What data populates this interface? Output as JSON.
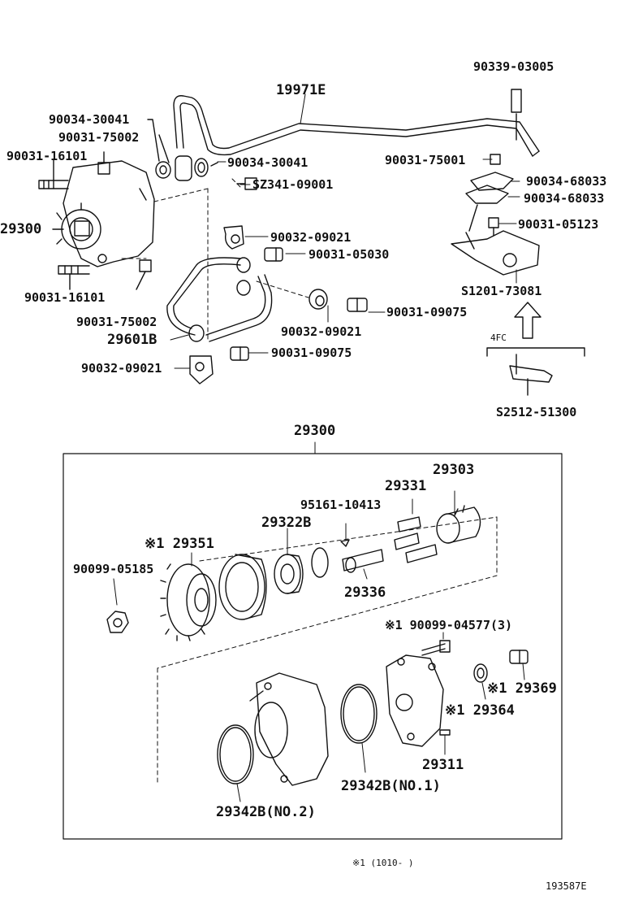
{
  "labels": {
    "p90339_03005": "90339-03005",
    "p19971e": "19971E",
    "p90034_30041_a": "90034-30041",
    "p90031_75002_a": "90031-75002",
    "p90031_16101_a": "90031-16101",
    "p90034_30041_b": "90034-30041",
    "pSZ341_09001": "SZ341-09001",
    "p90031_75001": "90031-75001",
    "p90034_68033_a": "90034-68033",
    "p90034_68033_b": "90034-68033",
    "p90031_05123": "90031-05123",
    "p29300_a": "29300",
    "p90032_09021_a": "90032-09021",
    "p90031_05030": "90031-05030",
    "p90031_16101_b": "90031-16101",
    "p90031_75002_b": "90031-75002",
    "p29601b": "29601B",
    "p90032_09021_b": "90032-09021",
    "p90031_09075_a": "90031-09075",
    "pS1201_73081": "S1201-73081",
    "p90031_09075_b": "90031-09075",
    "p90032_09021_c": "90032-09021",
    "p4fc": "4FC",
    "pS2512_51300": "S2512-51300",
    "p29300_b": "29300",
    "p29303": "29303",
    "p29331": "29331",
    "p95161_10413": "95161-10413",
    "p29322b": "29322B",
    "p29351": "※1 29351",
    "p90099_05185": "90099-05185",
    "p29336": "29336",
    "p90099_04577": "※1 90099-04577(3)",
    "p29369": "※1 29369",
    "p29364": "※1 29364",
    "p29311": "29311",
    "p29342b_no1": "29342B(NO.1)",
    "p29342b_no2": "29342B(NO.2)",
    "footnote": "※1 (1010-      )",
    "figure_id": "193587E"
  }
}
